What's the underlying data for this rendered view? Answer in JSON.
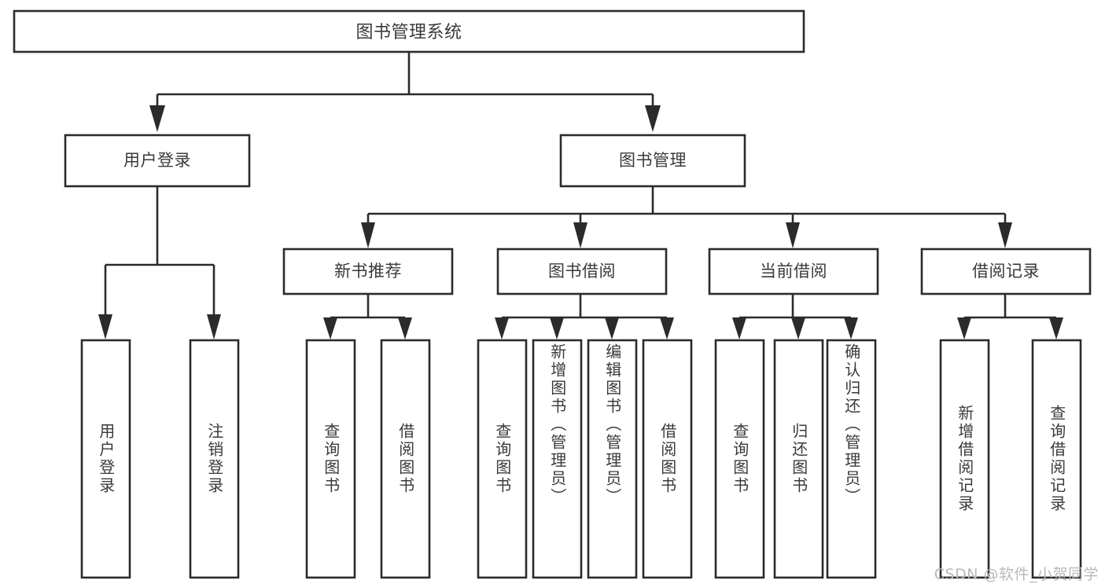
{
  "diagram": {
    "title": "图书管理系统",
    "type": "tree-hierarchy",
    "background_color": "#ffffff",
    "line_color": "#2b2b2b",
    "text_color": "#3a3a3a",
    "root": {
      "label": "图书管理系统",
      "children": [
        {
          "label": "用户登录",
          "children": [
            {
              "label": "用户登录"
            },
            {
              "label": "注销登录"
            }
          ]
        },
        {
          "label": "图书管理",
          "children": [
            {
              "label": "新书推荐",
              "children": [
                {
                  "label": "查询图书"
                },
                {
                  "label": "借阅图书"
                }
              ]
            },
            {
              "label": "图书借阅",
              "children": [
                {
                  "label": "查询图书"
                },
                {
                  "label": "新增图书（管理员）"
                },
                {
                  "label": "编辑图书（管理员）"
                },
                {
                  "label": "借阅图书"
                }
              ]
            },
            {
              "label": "当前借阅",
              "children": [
                {
                  "label": "查询图书"
                },
                {
                  "label": "归还图书"
                },
                {
                  "label": "确认归还（管理员）"
                }
              ]
            },
            {
              "label": "借阅记录",
              "children": [
                {
                  "label": "新增借阅记录"
                },
                {
                  "label": "查询借阅记录"
                }
              ]
            }
          ]
        }
      ]
    },
    "flat_nodes": {
      "root": "图书管理系统",
      "level2": [
        "用户登录",
        "图书管理"
      ],
      "level3": [
        "新书推荐",
        "图书借阅",
        "当前借阅",
        "借阅记录"
      ],
      "leaves": [
        "用户登录",
        "注销登录",
        "查询图书",
        "借阅图书",
        "查询图书",
        "新增图书（管理员）",
        "编辑图书（管理员）",
        "借阅图书",
        "查询图书",
        "归还图书",
        "确认归还（管理员）",
        "新增借阅记录",
        "查询借阅记录"
      ]
    }
  },
  "watermark": {
    "text": "CSDN @软件_小贺同学"
  }
}
